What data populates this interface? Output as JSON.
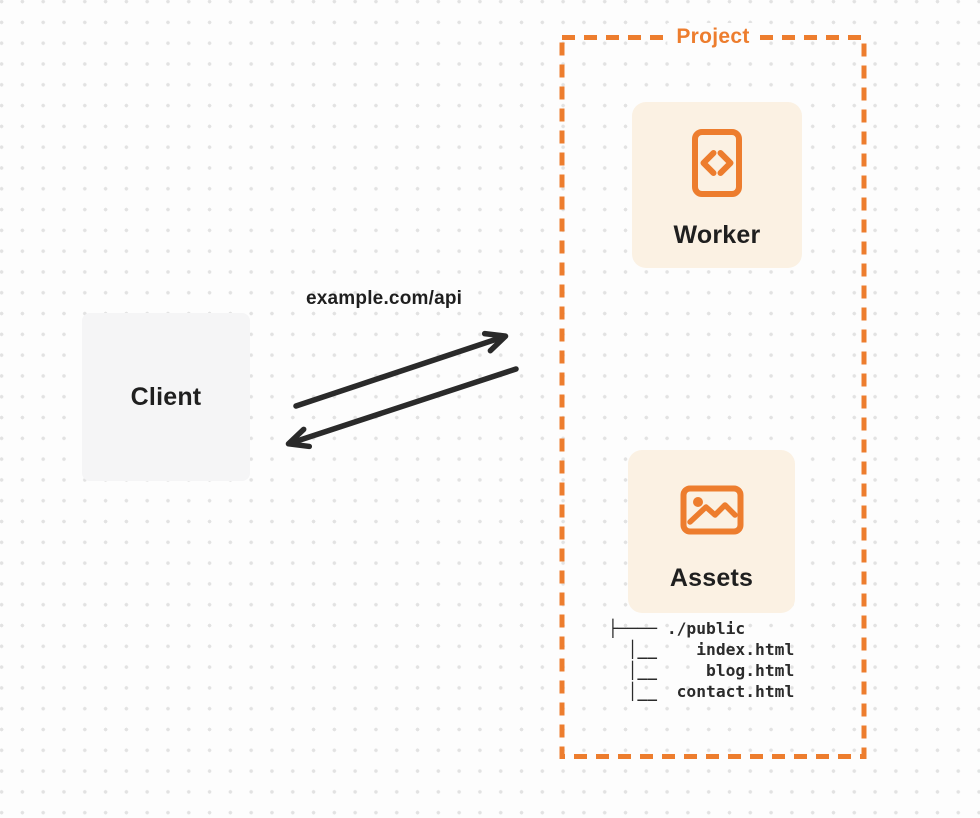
{
  "colors": {
    "accent": "#ED7D2E",
    "panel": "#FBF1E3",
    "client-bg": "#F5F5F6",
    "ink": "#1F1F1F",
    "arrow": "#2A2A2A",
    "bg": "#FDFDFD",
    "dot": "#E2E2E2",
    "tree-ink": "#2B2B2B"
  },
  "client": {
    "label": "Client"
  },
  "request": {
    "label": "example.com/api"
  },
  "project": {
    "label": "Project",
    "nodes": [
      {
        "id": "worker",
        "label": "Worker",
        "icon": "code-file-icon"
      },
      {
        "id": "assets",
        "label": "Assets",
        "icon": "image-icon"
      }
    ],
    "file_tree": {
      "root": "./public",
      "files": [
        "index.html",
        "blog.html",
        "contact.html"
      ],
      "lines": [
        "├──── ./public",
        "  │__    index.html",
        "  │__     blog.html",
        "  │__  contact.html"
      ]
    }
  }
}
